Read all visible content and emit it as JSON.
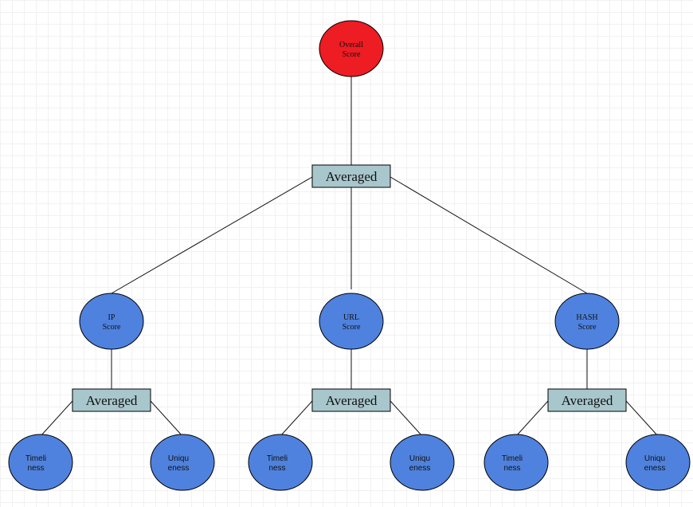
{
  "colors": {
    "root_fill": "#ee1c23",
    "node_fill": "#4f82de",
    "box_fill": "#a8c7cc"
  },
  "diagram": {
    "root": {
      "line1": "Overall",
      "line2": "Score"
    },
    "averaged_label": "Averaged",
    "categories": [
      {
        "line1": "IP",
        "line2": "Score"
      },
      {
        "line1": "URL",
        "line2": "Score"
      },
      {
        "line1": "HASH",
        "line2": "Score"
      }
    ],
    "leaves": [
      {
        "line1": "Timeli",
        "line2": "ness"
      },
      {
        "line1": "Uniqu",
        "line2": "eness"
      }
    ]
  }
}
